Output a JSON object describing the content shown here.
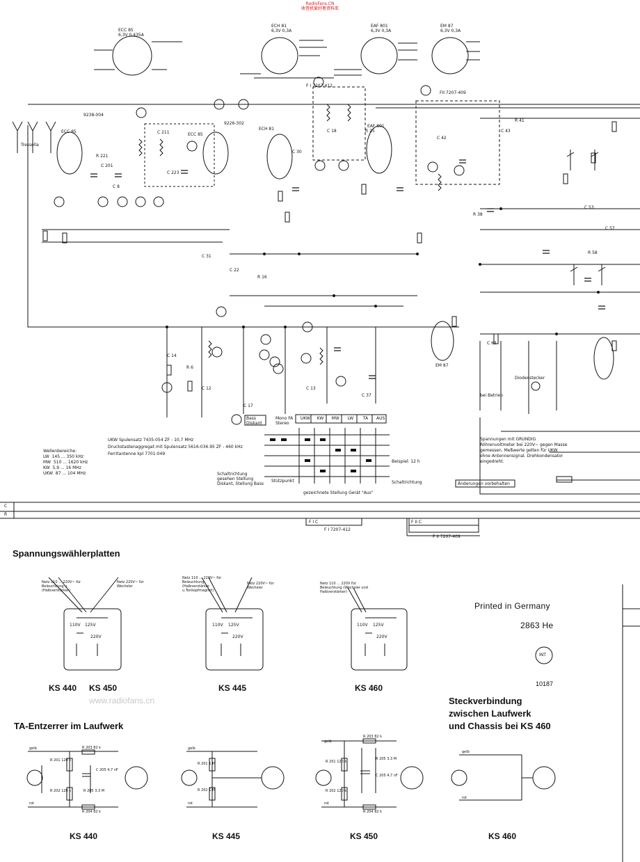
{
  "brand": {
    "line1": "RadioFans.CN",
    "line2": "收音机爱好者资料库"
  },
  "watermark": "www.radiofans.cn",
  "tubes": {
    "ecc85_top": {
      "name": "ECC 85",
      "sub": "6,3V 0,435A"
    },
    "ech81_top": {
      "name": "ECH 81",
      "sub": "6,3V 0,3A"
    },
    "eaf801_top": {
      "name": "EAF 801",
      "sub": "6,3V 0,3A"
    },
    "em87_top": {
      "name": "EM 87",
      "sub": "6,3V 0,3A"
    },
    "ecc85_a": "ECC 85",
    "ecc85_b": "ECC 85",
    "ech81": "ECH 81",
    "eaf801": "EAF 801",
    "em87": "EM 87"
  },
  "filter_labels": {
    "fi1": "F I 7207-412",
    "fi2": "FII 7207-409",
    "coil1": "9238-004",
    "coil2": "9226-302",
    "antenna": "Tressolla"
  },
  "switch_bank": {
    "cols": [
      "UKW",
      "KW",
      "MW",
      "LW",
      "TA",
      "AUS"
    ],
    "bass": "Bass\nDiskant",
    "mono": "Mono FA\nStereo"
  },
  "bands": {
    "title": "Wellenbereiche:",
    "rows": [
      {
        "band": "LW",
        "range": "145 ... 350 kHz"
      },
      {
        "band": "MW",
        "range": "510 ... 1620 kHz"
      },
      {
        "band": "KW",
        "range": "5,9 ... 16 MHz"
      },
      {
        "band": "UKW",
        "range": "87 ... 104 MHz"
      }
    ]
  },
  "coil_notes": [
    "UKW Spulensatz   7435-054  ZF - 10,7 MHz",
    "Druckstastenaggregat mit Spulensatz   5616-036.95  ZF - 460 kHz",
    "Ferritantenne kpl   7701-049"
  ],
  "switch_notes": {
    "sketch": "Schaltrichtung gesehen Stellung Diskant, Stellung Bass",
    "stutz": "Stützpunkt",
    "beispiel": "Beispiel: 12 h",
    "richtung": "Schaltrichtung",
    "stellung": "gezeichnete Stellung  Gerät \"Aus\"",
    "aenderungen": "Änderungen vorbehalten"
  },
  "voltage_note": "Spannungen mit GRUNDIG Röhrenvoltmeter bei 220V~ gegen Masse gemessen. Meßwerte gelten für UKW ohne Antennensignal. Drehkondensator eingedreht.",
  "sections": {
    "spannung": "Spannungswählerplatten",
    "ta": "TA-Entzerrer im Laufwerk",
    "steck1": "Steckverbindung",
    "steck2": "zwischen Laufwerk",
    "steck3": "und Chassis bei KS 460"
  },
  "selector_plates": [
    {
      "label1": "KS 440",
      "label2": "KS 450",
      "note_left": "Netz 110 ... 220V~ für Beleuchtung u. (Halbverstärker)",
      "note_right": "Netz 220V~ für Wechsler",
      "v1": "110V",
      "v2": "125V",
      "v3": "220V"
    },
    {
      "label1": "KS 445",
      "note_left": "Netz 110 ... 220V~ für Beleuchtung (Halbverstärker u.Tonkopfmagnet)",
      "note_right": "Netz 220V~ für Wechsler",
      "v1": "110V",
      "v2": "125V",
      "v3": "220V"
    },
    {
      "label1": "KS 460",
      "note_left": "Netz 110 ... 220V für Beleuchtung (Wechsler und Halbverstärker)",
      "note_right": "",
      "v1": "110V",
      "v2": "125V",
      "v3": "220V"
    }
  ],
  "printed": "Printed in Germany",
  "code": "2863 He",
  "code2": "10187",
  "ta_models": [
    "KS 440",
    "KS 445",
    "KS 450",
    "KS 460"
  ],
  "ta_parts": {
    "ks440": [
      "gelb",
      "R 203 82 k",
      "R 201 120 k",
      "C 205 4,7 nF",
      "R 202 120 k",
      "R 205 3,3 M",
      "R 204 82 k",
      "rot"
    ],
    "ks445": [
      "gelb",
      "R 201 1 M",
      "R 202 1 M",
      "rot"
    ],
    "ks450": [
      "gelb",
      "R 203 82 k",
      "R 201 120 k",
      "R 205 3,3 M",
      "C 205 4,7 nF",
      "R 202 120 k",
      "R 204 82 k",
      "rot"
    ],
    "ks460": [
      "gelb",
      "rot"
    ]
  },
  "strip_rows": [
    "C",
    "R"
  ],
  "strip_boxes": [
    "F I C",
    "F I 7207-412",
    "F II C",
    "F II 7207-409"
  ]
}
